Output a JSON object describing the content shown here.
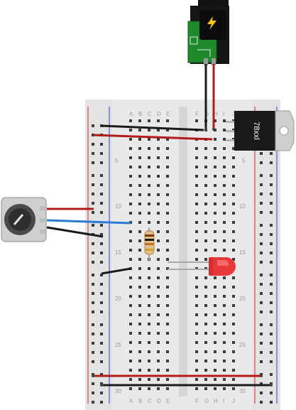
{
  "breadboard": {
    "column_letters_left": [
      "A",
      "B",
      "C",
      "D",
      "E"
    ],
    "column_letters_right": [
      "F",
      "G",
      "H",
      "I",
      "J"
    ],
    "row_numbers": [
      "5",
      "10",
      "15",
      "20",
      "25",
      "30"
    ]
  },
  "regulator": {
    "label": "78xxl"
  },
  "colors": {
    "rail_red": "#d12a2a",
    "rail_blue": "#2a3fd1",
    "wire_red": "#b31b1b",
    "wire_black": "#1b1b1b",
    "wire_blue": "#2a7ad6",
    "led": "#e8393a",
    "jack_board": "#1e8a2c",
    "board": "#e8e8e8",
    "hole": "#3b3b3b"
  },
  "icons": [
    "power-jack-icon",
    "lightning-icon",
    "potentiometer-icon",
    "resistor-icon",
    "led-icon",
    "voltage-regulator-icon"
  ]
}
